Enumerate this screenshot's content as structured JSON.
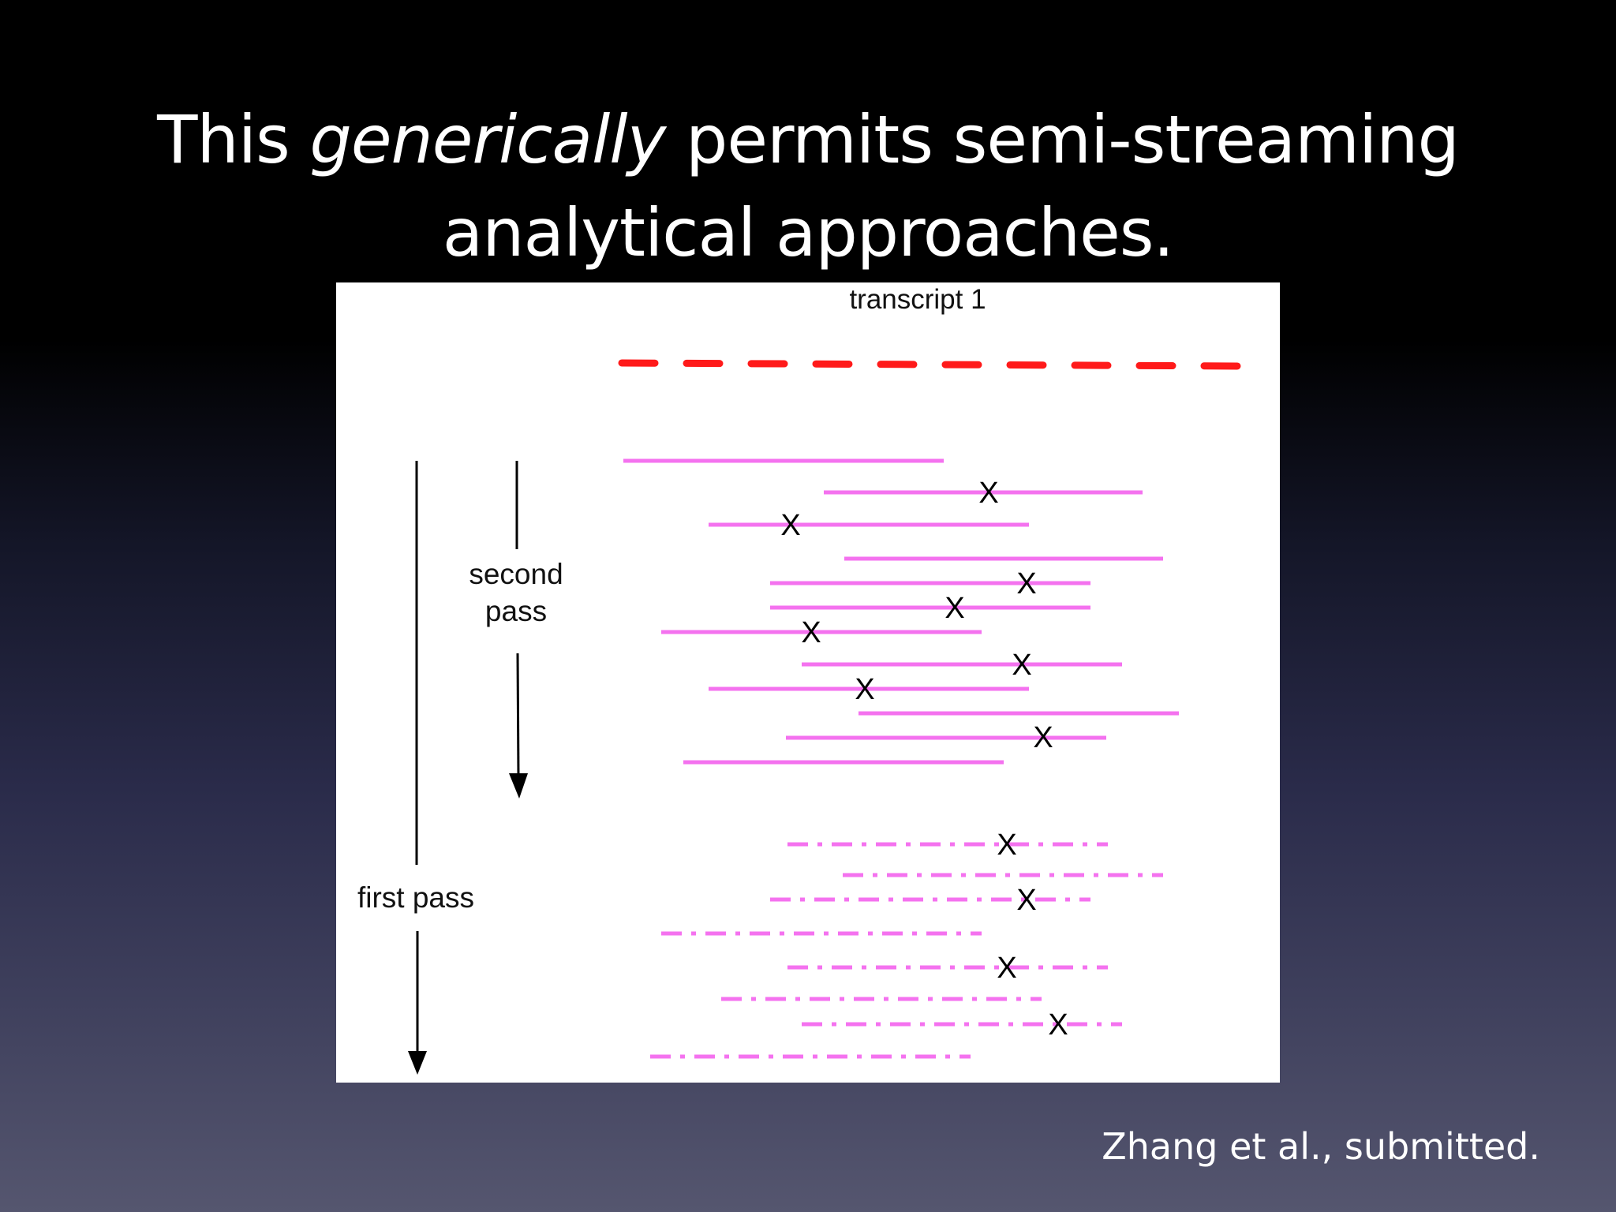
{
  "slide": {
    "title_part1": "This ",
    "title_emph": "generically",
    "title_part2": " permits semi-streaming analytical approaches.",
    "citation": "Zhang et al., submitted."
  },
  "diagram": {
    "transcript_label": "transcript 1",
    "second_pass_line1": "second",
    "second_pass_line2": "pass",
    "first_pass_label": "first pass",
    "error_mark": "X",
    "colors": {
      "transcript": "#ff1a1a",
      "reads": "#f472ef",
      "arrows": "#000000",
      "text": "#111111"
    }
  }
}
